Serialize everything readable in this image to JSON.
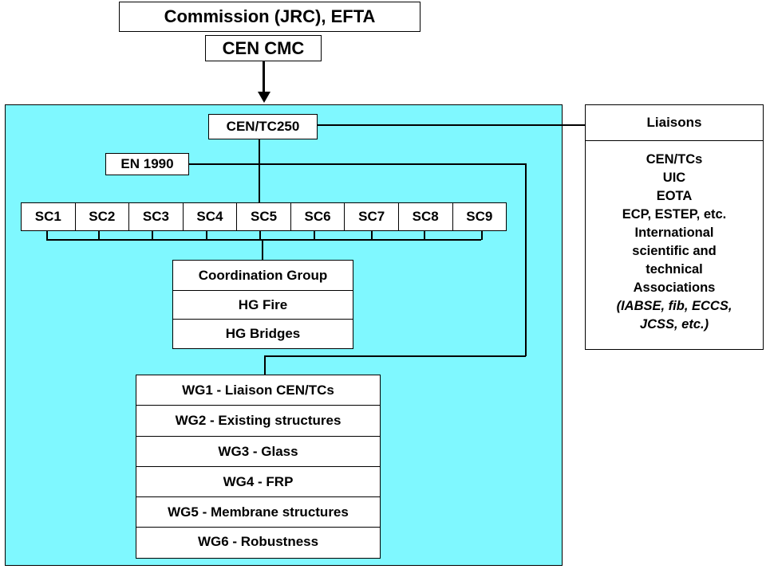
{
  "top": {
    "commission": "Commission (JRC), EFTA",
    "cen_cmc": "CEN CMC"
  },
  "tc": "CEN/TC250",
  "en1990": "EN 1990",
  "subcommittees": [
    "SC1",
    "SC2",
    "SC3",
    "SC4",
    "SC5",
    "SC6",
    "SC7",
    "SC8",
    "SC9"
  ],
  "groups": [
    "Coordination Group",
    "HG Fire",
    "HG Bridges"
  ],
  "working_groups": [
    "WG1 - Liaison CEN/TCs",
    "WG2 - Existing structures",
    "WG3 - Glass",
    "WG4 - FRP",
    "WG5 - Membrane structures",
    "WG6 - Robustness"
  ],
  "liaisons": {
    "title": "Liaisons",
    "items": [
      "CEN/TCs",
      "UIC",
      "EOTA",
      "ECP, ESTEP, etc.",
      "International",
      "scientific and",
      "technical",
      "Associations",
      "(IABSE, fib, ECCS,",
      "JCSS, etc.)"
    ]
  },
  "colors": {
    "panel": "#7ff8ff",
    "box": "#ffffff",
    "line": "#000000"
  }
}
